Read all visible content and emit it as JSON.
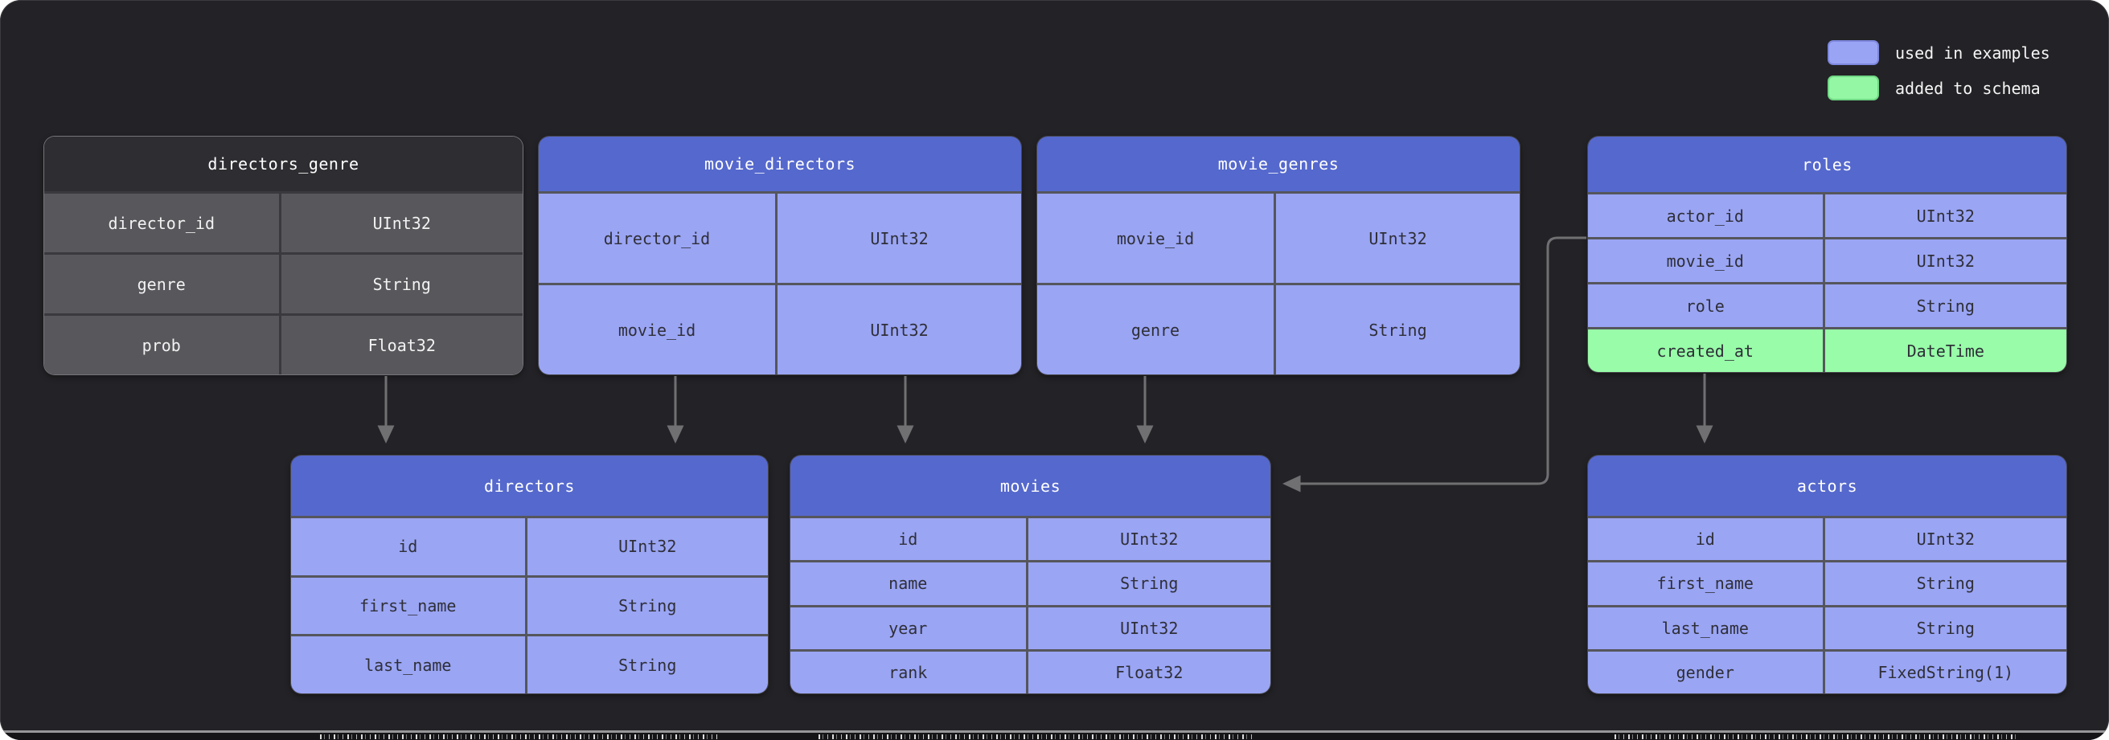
{
  "theme": {
    "panel_bg": "#232226",
    "header_blue": "#5568cd",
    "row_blue": "#9aa5f4",
    "row_green": "#98fca8",
    "gray_header": "#2e2d31",
    "gray_row": "#58575b",
    "gray_border": "#3a393d",
    "border_dark": "#55565c",
    "text_dark": "#2f2f38",
    "arrow": "#707073"
  },
  "legend": {
    "items": [
      {
        "label": "used in examples",
        "color": "#9aa4f4",
        "border": "#7d87dd"
      },
      {
        "label": "added to schema",
        "color": "#93f7a3",
        "border": "#70d884"
      }
    ]
  },
  "tables": [
    {
      "id": "directors_genre",
      "title": "directors_genre",
      "variant": "muted",
      "fields": [
        {
          "name": "director_id",
          "type": "UInt32"
        },
        {
          "name": "genre",
          "type": "String"
        },
        {
          "name": "prob",
          "type": "Float32"
        }
      ]
    },
    {
      "id": "movie_directors",
      "title": "movie_directors",
      "variant": "blue",
      "fields": [
        {
          "name": "director_id",
          "type": "UInt32"
        },
        {
          "name": "movie_id",
          "type": "UInt32"
        }
      ]
    },
    {
      "id": "movie_genres",
      "title": "movie_genres",
      "variant": "blue",
      "fields": [
        {
          "name": "movie_id",
          "type": "UInt32"
        },
        {
          "name": "genre",
          "type": "String"
        }
      ]
    },
    {
      "id": "roles",
      "title": "roles",
      "variant": "blue",
      "fields": [
        {
          "name": "actor_id",
          "type": "UInt32"
        },
        {
          "name": "movie_id",
          "type": "UInt32"
        },
        {
          "name": "role",
          "type": "String"
        },
        {
          "name": "created_at",
          "type": "DateTime",
          "status": "added_to_schema"
        }
      ]
    },
    {
      "id": "directors",
      "title": "directors",
      "variant": "blue",
      "fields": [
        {
          "name": "id",
          "type": "UInt32"
        },
        {
          "name": "first_name",
          "type": "String"
        },
        {
          "name": "last_name",
          "type": "String"
        }
      ]
    },
    {
      "id": "movies",
      "title": "movies",
      "variant": "blue",
      "fields": [
        {
          "name": "id",
          "type": "UInt32"
        },
        {
          "name": "name",
          "type": "String"
        },
        {
          "name": "year",
          "type": "UInt32"
        },
        {
          "name": "rank",
          "type": "Float32"
        }
      ]
    },
    {
      "id": "actors",
      "title": "actors",
      "variant": "blue",
      "fields": [
        {
          "name": "id",
          "type": "UInt32"
        },
        {
          "name": "first_name",
          "type": "String"
        },
        {
          "name": "last_name",
          "type": "String"
        },
        {
          "name": "gender",
          "type": "FixedString(1)"
        }
      ]
    }
  ],
  "connections": [
    {
      "from": "directors_genre",
      "to": "directors"
    },
    {
      "from": "movie_directors",
      "to": "directors"
    },
    {
      "from": "movie_directors",
      "to": "movies"
    },
    {
      "from": "movie_genres",
      "to": "movies"
    },
    {
      "from": "roles",
      "to": "actors"
    },
    {
      "from": "roles",
      "to": "movies"
    }
  ]
}
